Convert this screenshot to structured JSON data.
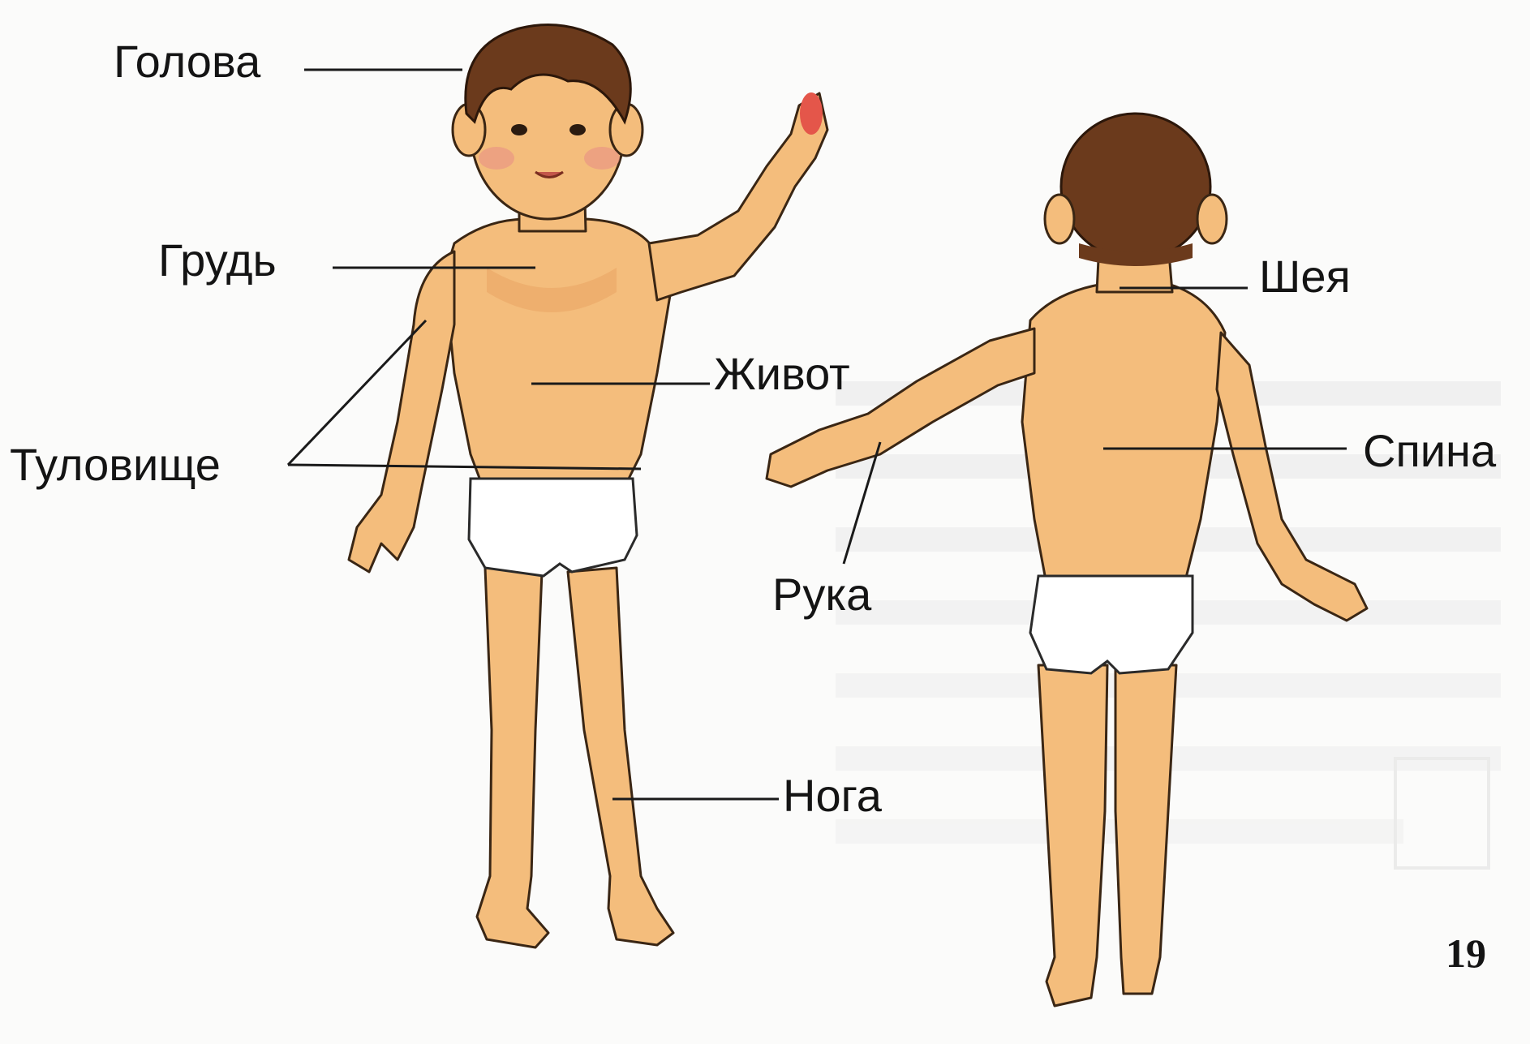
{
  "labels": {
    "head": "Голова",
    "chest": "Грудь",
    "belly": "Живот",
    "torso": "Туловище",
    "leg": "Нога",
    "neck": "Шея",
    "back": "Спина",
    "arm": "Рука"
  },
  "page_number": "19",
  "colors": {
    "skin": "#f4bd7c",
    "hair": "#6b3a1c",
    "outline": "#3a2614",
    "underwear": "#ffffff",
    "label_text": "#141414"
  }
}
